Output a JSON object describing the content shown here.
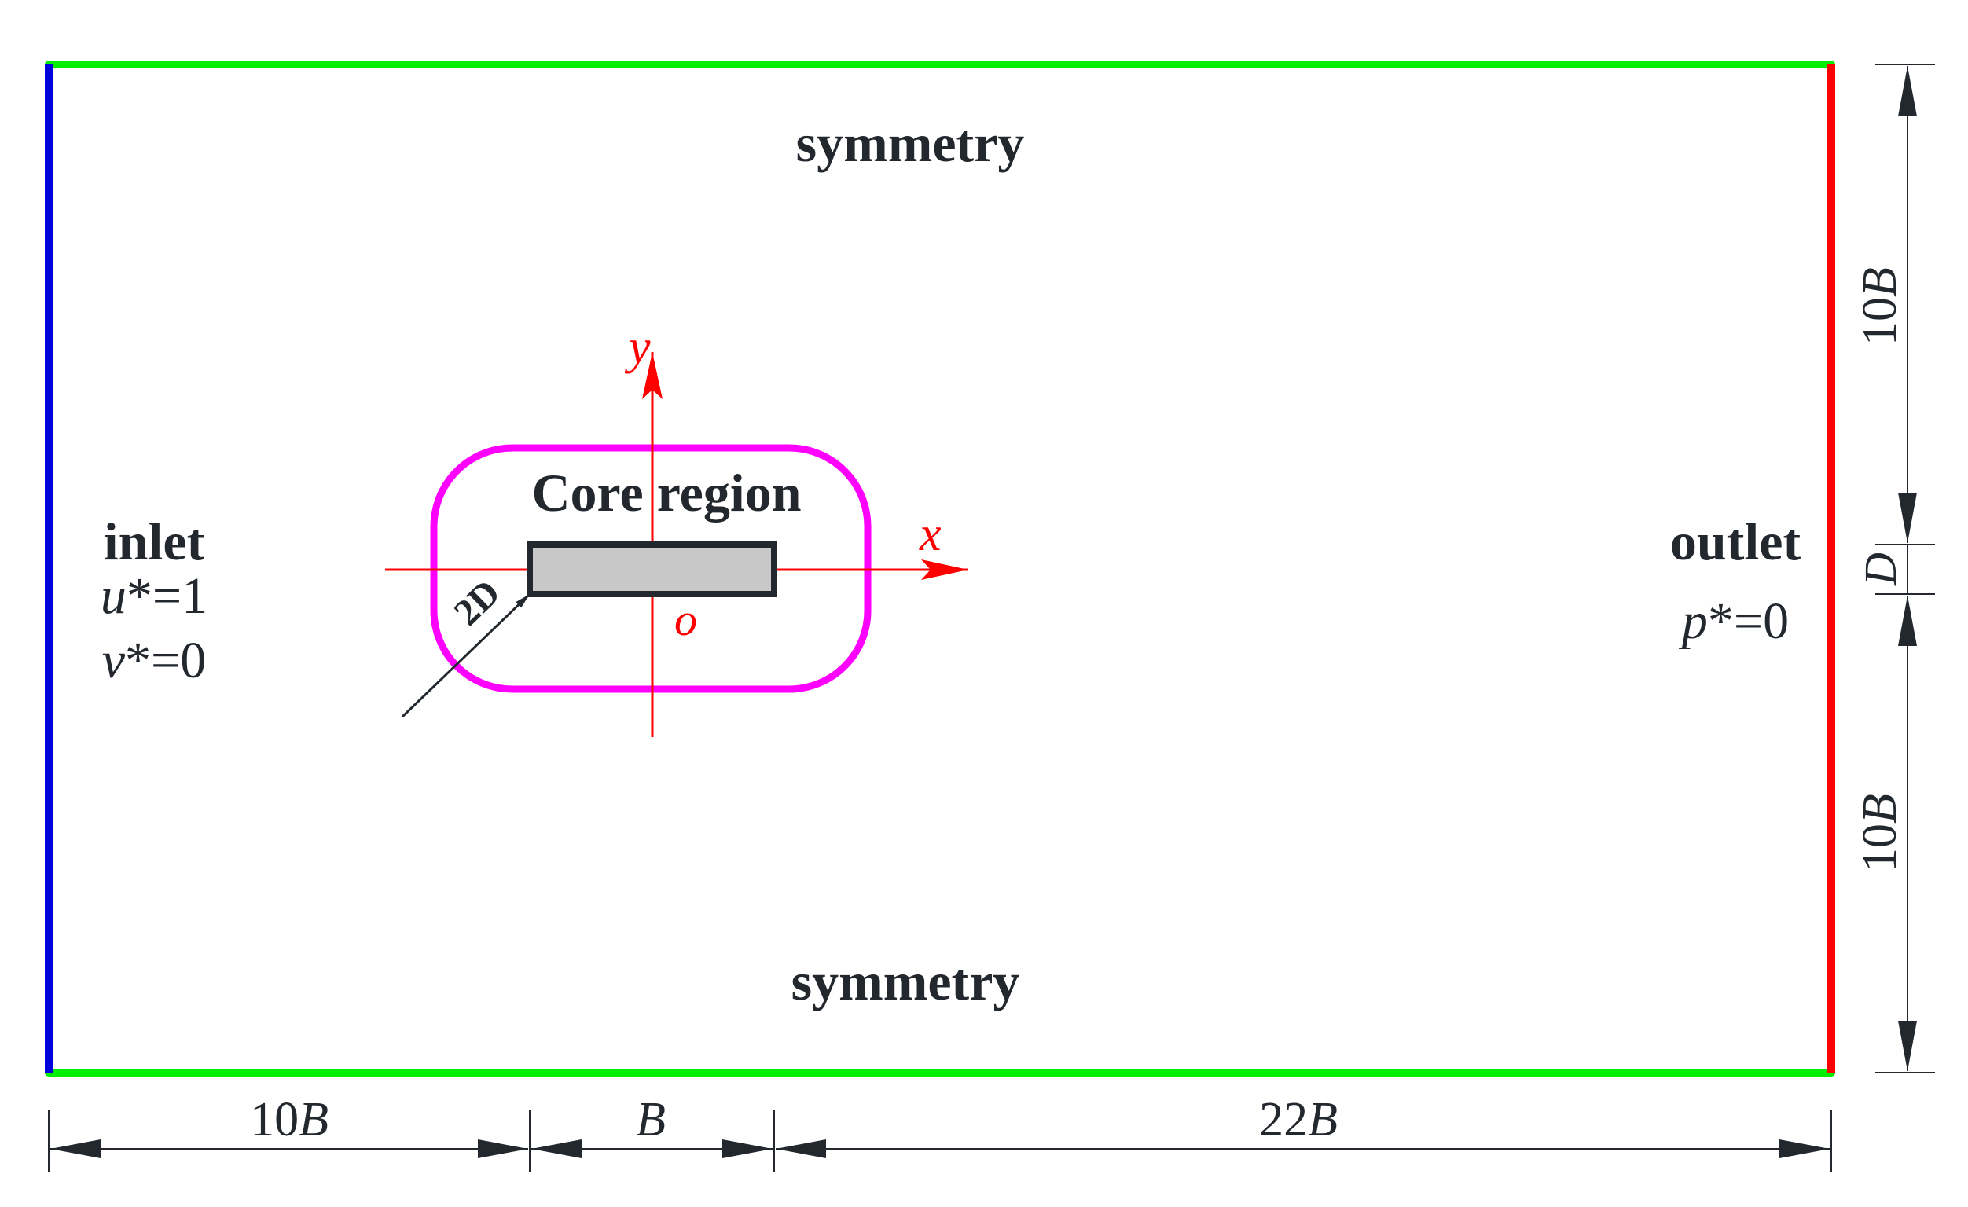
{
  "boundaries": {
    "top": {
      "label": "symmetry",
      "color": "#00ee00"
    },
    "bottom": {
      "label": "symmetry",
      "color": "#00ee00"
    },
    "inlet": {
      "label": "inlet",
      "u_var": "u",
      "u_eq": "*=1",
      "v_var": "v",
      "v_eq": "*=0",
      "color": "#0000dd"
    },
    "outlet": {
      "label": "outlet",
      "p_var": "p",
      "p_eq": "*=0",
      "color": "#ff0000"
    }
  },
  "core": {
    "label": "Core region",
    "color": "#ff00ff",
    "radius_label": "2D"
  },
  "cylinder": {
    "fill": "#c8c8c8",
    "stroke": "#23282e"
  },
  "axes": {
    "x": "x",
    "y": "y",
    "origin": "o",
    "color": "#ff0000"
  },
  "dimensions": {
    "bottom": [
      {
        "num": "10",
        "var": "B"
      },
      {
        "num": "",
        "var": "B"
      },
      {
        "num": "22",
        "var": "B"
      }
    ],
    "right": [
      {
        "num": "10",
        "var": "B"
      },
      {
        "num": "",
        "var": "D"
      },
      {
        "num": "10",
        "var": "B"
      }
    ]
  }
}
